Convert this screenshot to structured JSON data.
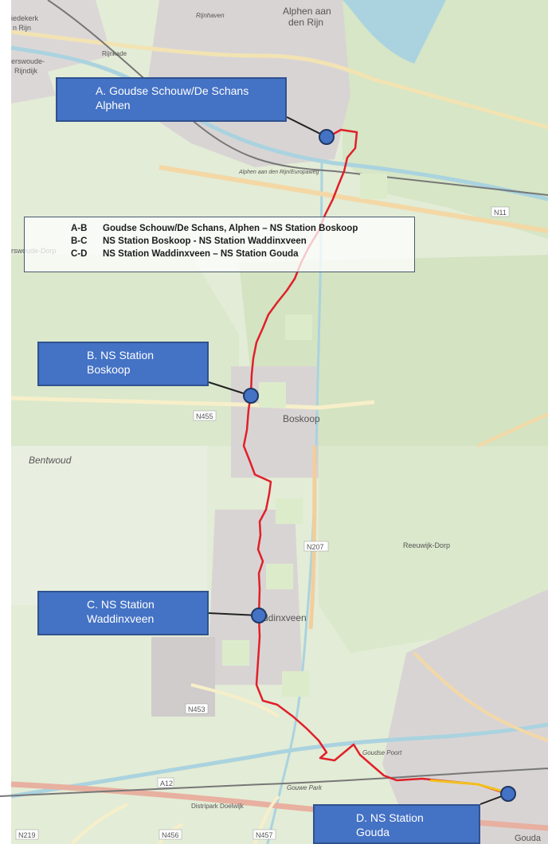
{
  "map_labels": {
    "alphen_aan": "Alphen aan",
    "den_rijn_town": "den Rijn",
    "leiderdorp_a": "iedekerk",
    "leiderdorp_b": "n Rijn",
    "koudekerk_a": "erswoude-",
    "koudekerk_b": "Rijndijk",
    "oudshoorn": "Rijnhaven",
    "rijnkade": "Rijnkade",
    "road_n11": "N11",
    "alphen_street": "Alphen aan den Rijn/Europaweg",
    "road_n455": "N455",
    "boskoop": "Boskoop",
    "bentwoud": "Bentwoud",
    "road_n207": "N207",
    "reeuwijk_dorp": "Reeuwijk-Dorp",
    "waddinxveen": "ddinxveen",
    "road_n453": "N453",
    "road_a12": "A12",
    "gouwe_park": "Gouwe Park",
    "goudse_poort": "Goudse Poort",
    "gouda": "Gouda",
    "road_n219": "N219",
    "road_n457": "N457",
    "road_n456": "N456",
    "distripark": "Distripark Doelwijk",
    "hazerswoude_dorp": "rswoude-Dorp"
  },
  "callouts": {
    "a_line1": "A. Goudse Schouw/De Schans",
    "a_line2": "Alphen",
    "b_line1": "B. NS Station",
    "b_line2": "Boskoop",
    "c_line1": "C. NS Station",
    "c_line2": "Waddinxveen",
    "d_line1": "D. NS Station",
    "d_line2": "Gouda"
  },
  "legend": [
    {
      "code": "A-B",
      "text": "Goudse Schouw/De Schans, Alphen – NS Station Boskoop"
    },
    {
      "code": "B-C",
      "text": "NS Station Boskoop - NS Station Waddinxveen"
    },
    {
      "code": "C-D",
      "text": "NS Station Waddinxveen – NS Station Gouda"
    }
  ],
  "colors": {
    "route": "#e0202a",
    "route_alt": "#f2c01e",
    "marker_fill": "#4472c4",
    "callout_fill": "#4472c4",
    "land": "#e3ecd6",
    "water": "#aad3df"
  }
}
